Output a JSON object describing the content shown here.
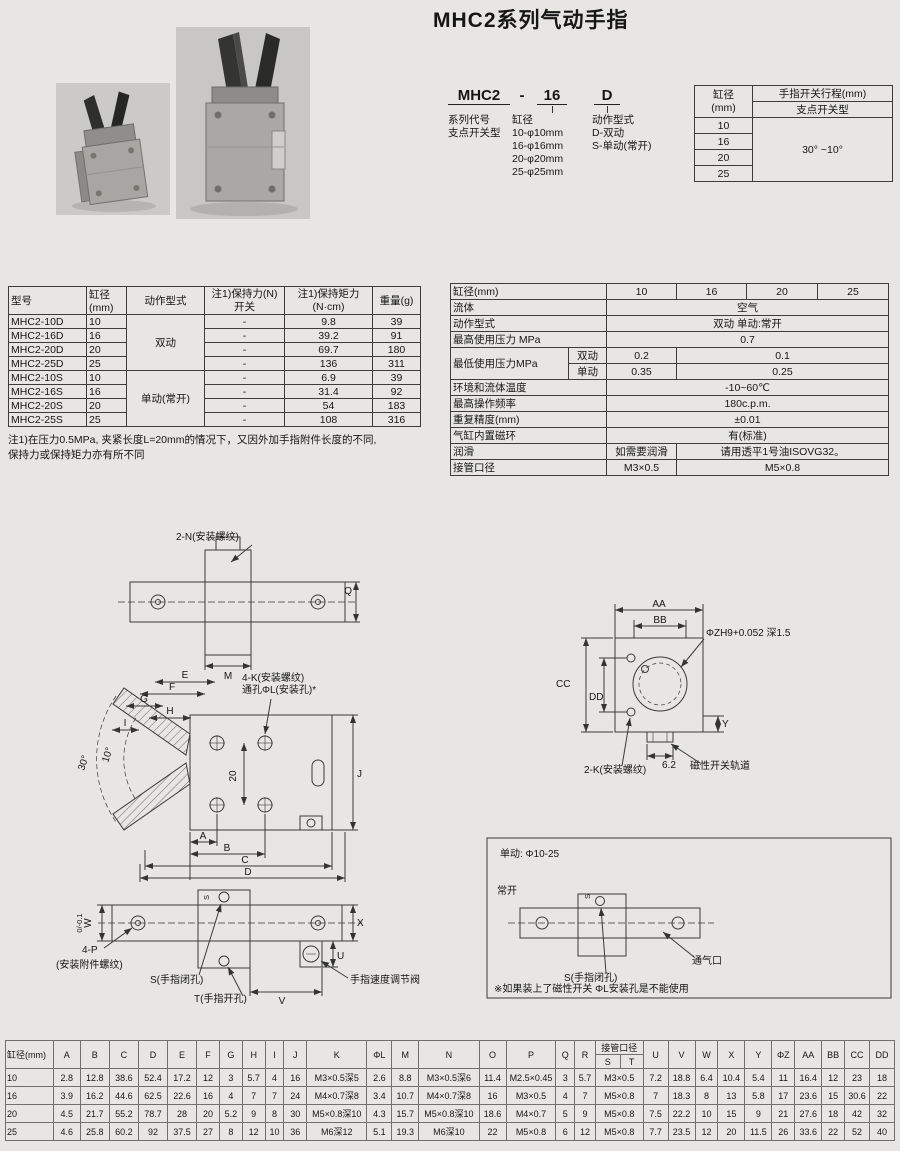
{
  "page": {
    "title": "MHC2系列气动手指"
  },
  "ordering": {
    "code": {
      "series": "MHC2",
      "dash": "-",
      "bore": "16",
      "action": "D"
    },
    "series_label": "系列代号",
    "fulcrum_label": "支点开关型",
    "bore_title": "缸径",
    "bore_options": [
      "10-φ10mm",
      "16-φ16mm",
      "20-φ20mm",
      "25-φ25mm"
    ],
    "action_title": "动作型式",
    "action_options": [
      "D-双动",
      "S-单动(常开)"
    ]
  },
  "stroke_table": {
    "bore_header": "缸径\n(mm)",
    "stroke_header": "手指开关行程(mm)",
    "type_header": "支点开关型",
    "bores": [
      "10",
      "16",
      "20",
      "25"
    ],
    "value": "30° ~10°"
  },
  "model_table": {
    "headers": {
      "model": "型号",
      "bore": "缸径(mm)",
      "action": "动作型式",
      "force": "注1)保持力(N)\n开关",
      "moment": "注1)保持矩力\n(N·cm)",
      "weight": "重量(g)"
    },
    "action_double": "双动",
    "action_single": "单动(常开)",
    "rows": [
      {
        "model": "MHC2-10D",
        "bore": "10",
        "force": "-",
        "moment": "9.8",
        "weight": "39"
      },
      {
        "model": "MHC2-16D",
        "bore": "16",
        "force": "-",
        "moment": "39.2",
        "weight": "91"
      },
      {
        "model": "MHC2-20D",
        "bore": "20",
        "force": "-",
        "moment": "69.7",
        "weight": "180"
      },
      {
        "model": "MHC2-25D",
        "bore": "25",
        "force": "-",
        "moment": "136",
        "weight": "311"
      },
      {
        "model": "MHC2-10S",
        "bore": "10",
        "force": "-",
        "moment": "6.9",
        "weight": "39"
      },
      {
        "model": "MHC2-16S",
        "bore": "16",
        "force": "-",
        "moment": "31.4",
        "weight": "92"
      },
      {
        "model": "MHC2-20S",
        "bore": "20",
        "force": "-",
        "moment": "54",
        "weight": "183"
      },
      {
        "model": "MHC2-25S",
        "bore": "25",
        "force": "-",
        "moment": "108",
        "weight": "316"
      }
    ],
    "note_line1": "注1)在压力0.5MPa, 夹紧长度L=20mm的情况下，又因外加手指附件长度的不同,",
    "note_line2": "保持力或保持矩力亦有所不同"
  },
  "spec_table": {
    "bore_label": "缸径(mm)",
    "bores": [
      "10",
      "16",
      "20",
      "25"
    ],
    "fluid_label": "流体",
    "fluid": "空气",
    "action_label": "动作型式",
    "action": "双动 单动:常开",
    "max_pressure_label": "最高使用压力 MPa",
    "max_pressure": "0.7",
    "min_pressure_label": "最低使用压力MPa",
    "min_double_label": "双动",
    "min_double_10": "0.2",
    "min_double_rest": "0.1",
    "min_single_label": "单动",
    "min_single_10": "0.35",
    "min_single_rest": "0.25",
    "temp_label": "环境和流体温度",
    "temp": "-10~60℃",
    "freq_label": "最高操作频率",
    "freq": "180c.p.m.",
    "precision_label": "重复精度(mm)",
    "precision": "±0.01",
    "magnet_label": "气缸内置磁环",
    "magnet": "有(标准)",
    "lube_label": "润滑",
    "lube_1": "如需要润滑",
    "lube_2": "请用透平1号油ISOVG32。",
    "port_label": "接管口径",
    "port_10": "M3×0.5",
    "port_rest": "M5×0.8"
  },
  "diagrams": {
    "d1_n": "2-N(安装螺纹)",
    "d1_m": "M",
    "d1_q": "Q",
    "d2_e": "E",
    "d2_f": "F",
    "d2_g": "G",
    "d2_h": "H",
    "d2_i": "I",
    "d2_k1": "4-K(安装螺纹)",
    "d2_k2": "通孔ΦL(安装孔)*",
    "d2_a30": "30°",
    "d2_a10": "10°",
    "d2_20": "20",
    "d2_j": "J",
    "d2_a": "A",
    "d2_b": "B",
    "d2_c": "C",
    "d2_d": "D",
    "d3_aa": "AA",
    "d3_bb": "BB",
    "d3_z": "ΦZH9+0.052 深1.5",
    "d3_cc": "CC",
    "d3_dd": "DD",
    "d3_y": "Y",
    "d3_k": "2-K(安装螺纹)",
    "d3_62": "6.2",
    "d3_rail": "磁性开关轨道",
    "d4_p1": "4-P",
    "d4_p2": "(安装附件螺纹)",
    "d4_w": "W",
    "d4_wtol": "0/-0.1",
    "d4_smark": "S",
    "d4_s": "S(手指闭孔)",
    "d4_t": "T(手指开孔)",
    "d4_u": "U",
    "d4_v": "V",
    "d4_x": "X",
    "d4_valve": "手指速度调节阀",
    "d5_title": "单动: Φ10-25",
    "d5_open": "常开",
    "d5_smark": "S",
    "d5_s": "S(手指闭孔)",
    "d5_port": "通气口",
    "d5_note": "※如果装上了磁性开关 ΦL安装孔是不能使用"
  },
  "dim_table": {
    "bore_header": "缸径(mm)",
    "letters": [
      "A",
      "B",
      "C",
      "D",
      "E",
      "F",
      "G",
      "H",
      "I",
      "J",
      "K",
      "ΦL",
      "M",
      "N",
      "O",
      "P",
      "Q",
      "R"
    ],
    "port_header": "接管口径",
    "port_s": "S",
    "port_t": "T",
    "letters2": [
      "U",
      "V",
      "W",
      "X",
      "Y",
      "ΦZ",
      "AA",
      "BB",
      "CC",
      "DD"
    ],
    "rows": [
      {
        "bore": "10",
        "v": [
          "2.8",
          "12.8",
          "38.6",
          "52.4",
          "17.2",
          "12",
          "3",
          "5.7",
          "4",
          "16",
          "M3×0.5深5",
          "2.6",
          "8.8",
          "M3×0.5深6",
          "11.4",
          "M2.5×0.45",
          "3",
          "5.7"
        ],
        "port": "M3×0.5",
        "v2": [
          "7.2",
          "18.8",
          "6.4",
          "10.4",
          "5.4",
          "11",
          "16.4",
          "12",
          "23",
          "18"
        ]
      },
      {
        "bore": "16",
        "v": [
          "3.9",
          "16.2",
          "44.6",
          "62.5",
          "22.6",
          "16",
          "4",
          "7",
          "7",
          "24",
          "M4×0.7深8",
          "3.4",
          "10.7",
          "M4×0.7深8",
          "16",
          "M3×0.5",
          "4",
          "7"
        ],
        "port": "M5×0.8",
        "v2": [
          "7",
          "18.3",
          "8",
          "13",
          "5.8",
          "17",
          "23.6",
          "15",
          "30.6",
          "22"
        ]
      },
      {
        "bore": "20",
        "v": [
          "4.5",
          "21.7",
          "55.2",
          "78.7",
          "28",
          "20",
          "5.2",
          "9",
          "8",
          "30",
          "M5×0.8深10",
          "4.3",
          "15.7",
          "M5×0.8深10",
          "18.6",
          "M4×0.7",
          "5",
          "9"
        ],
        "port": "M5×0.8",
        "v2": [
          "7.5",
          "22.2",
          "10",
          "15",
          "9",
          "21",
          "27.6",
          "18",
          "42",
          "32"
        ]
      },
      {
        "bore": "25",
        "v": [
          "4.6",
          "25.8",
          "60.2",
          "92",
          "37.5",
          "27",
          "8",
          "12",
          "10",
          "36",
          "M6深12",
          "5.1",
          "19.3",
          "M6深10",
          "22",
          "M5×0.8",
          "6",
          "12"
        ],
        "port": "M5×0.8",
        "v2": [
          "7.7",
          "23.5",
          "12",
          "20",
          "11.5",
          "26",
          "33.6",
          "22",
          "52",
          "40"
        ]
      }
    ]
  }
}
